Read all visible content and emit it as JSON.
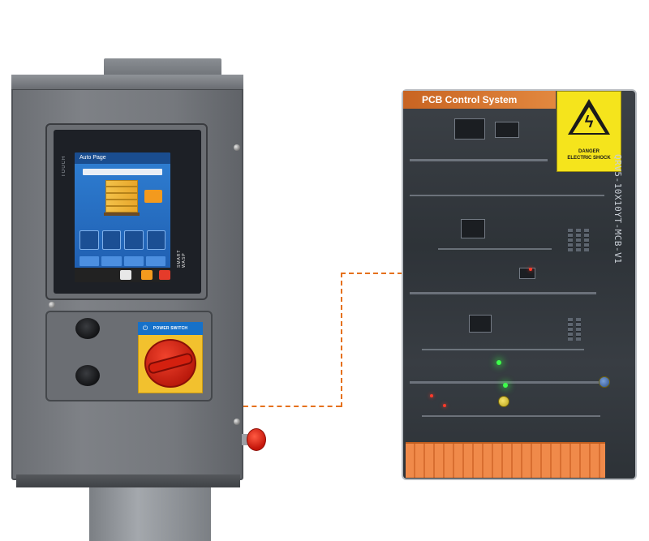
{
  "pcb": {
    "title": "PCB Control System",
    "warning": "DANGER\nELECTRIC SHOCK",
    "serial": "QRV5-10X10YT-MCB-V1"
  },
  "hmi": {
    "brand_vertical": "TOUCH",
    "screen_title": "Auto Page",
    "maker": "SMART WASP"
  },
  "power_switch": {
    "label": "POWER SWITCH",
    "icon": "power-icon"
  },
  "colors": {
    "connector_line": "#e5711c",
    "pcb_label": "#e2883f",
    "warning_yellow": "#f5e41c",
    "hmi_blue": "#2f7fd3",
    "knob_red": "#d4200f"
  }
}
